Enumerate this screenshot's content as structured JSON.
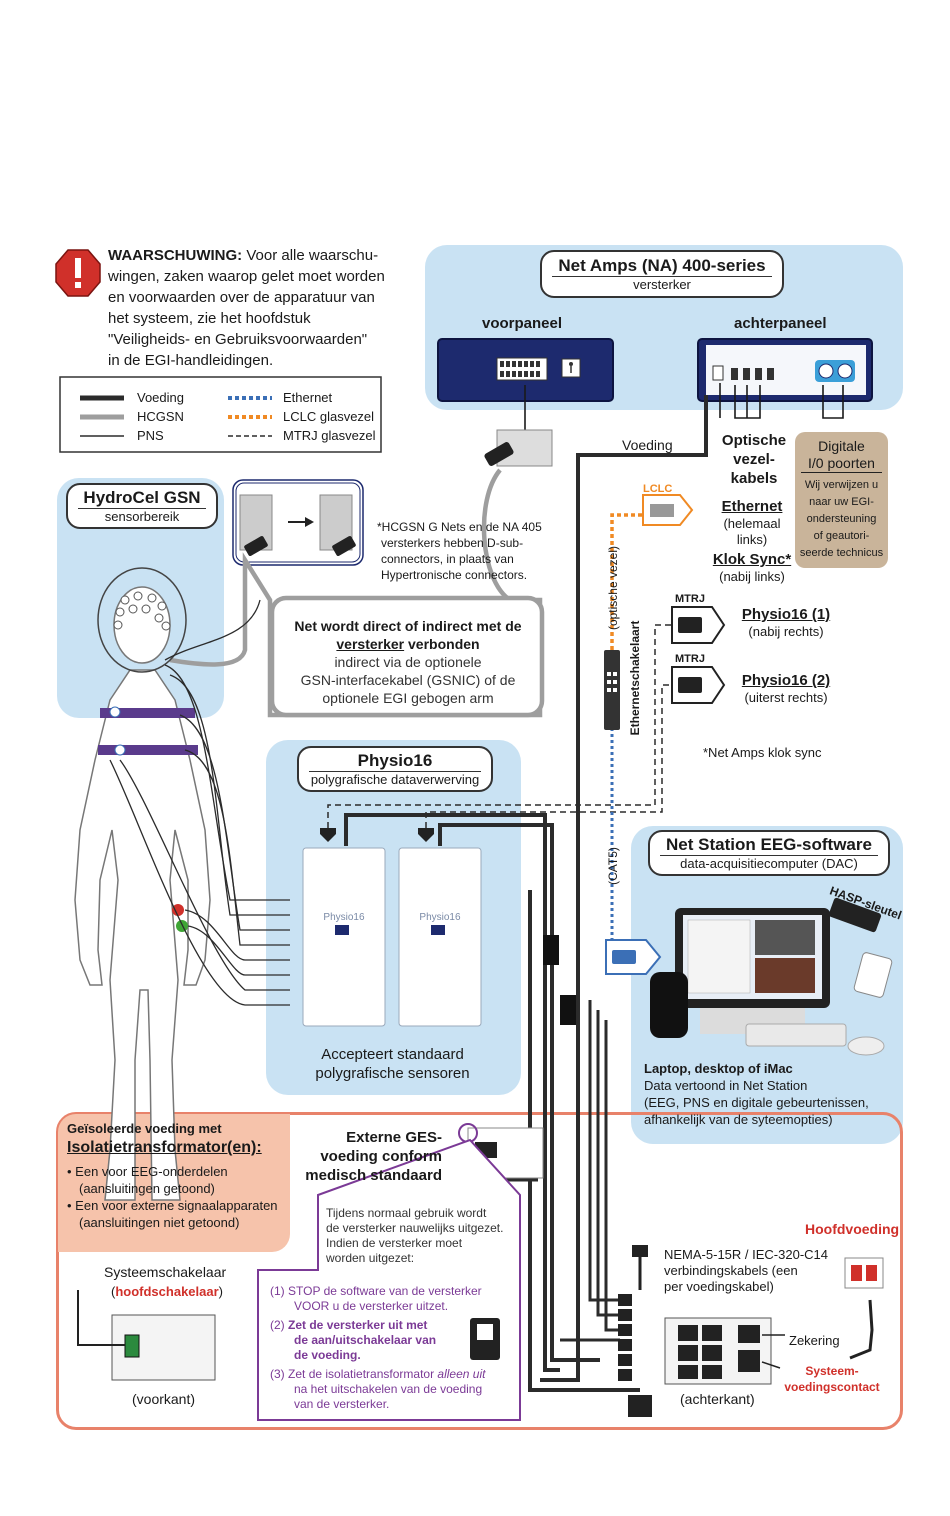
{
  "warning": {
    "bold": "WAARSCHUWING:",
    "line1": "Voor alle waarschu-",
    "line2": "wingen, zaken waarop gelet moet worden",
    "line3": "en voorwaarden over de apparatuur van",
    "line4": "het systeem, zie het hoofdstuk",
    "line5": "\"Veiligheids- en Gebruiksvoorwaarden\"",
    "line6": "in de EGI-handleidingen."
  },
  "legend": {
    "items": [
      {
        "label": "Voeding",
        "color": "#2b2b2b",
        "style": "solid-thick"
      },
      {
        "label": "HCGSN",
        "color": "#9e9e9e",
        "style": "solid-thick"
      },
      {
        "label": "PNS",
        "color": "#2b2b2b",
        "style": "solid-thin"
      },
      {
        "label": "Ethernet",
        "color": "#3b6fb6",
        "style": "dotted"
      },
      {
        "label": "LCLC glasvezel",
        "color": "#f08a24",
        "style": "dotted"
      },
      {
        "label": "MTRJ glasvezel",
        "color": "#2b2b2b",
        "style": "dashed"
      }
    ]
  },
  "net_amps": {
    "title": "Net Amps (NA) 400-series",
    "subtitle": "versterker",
    "front": "voorpaneel",
    "back": "achterpaneel",
    "power_label": "Voeding",
    "optical": [
      "Optische",
      "vezel-",
      "kabels"
    ],
    "ethernet": "Ethernet",
    "ethernet_note1": "(helemaal",
    "ethernet_note2": "links)",
    "clock": "Klok Sync*",
    "clock_note": "(nabij links)",
    "digital_title1": "Digitale",
    "digital_title2": "I/0 poorten",
    "digital_body": [
      "Wij verwijzen u",
      "naar uw EGI-",
      "ondersteuning",
      "of geautori-",
      "seerde technicus"
    ]
  },
  "hydrocel": {
    "title": "HydroCel GSN",
    "subtitle": "sensorbereik",
    "note": [
      "*HCGSN G Nets en de NA 405",
      "versterkers hebben D-sub-",
      "connectors, in plaats van",
      "Hypertronische connectors."
    ]
  },
  "net_connect": {
    "bold1": "Net wordt direct of indirect met de",
    "bold2": "versterker",
    "bold3": " verbonden",
    "l2": "indirect via de optionele",
    "l3": "GSN-interfacekabel (GSNIC) of de",
    "l4": "optionele EGI gebogen arm"
  },
  "fiber": {
    "lclc": "LCLC",
    "optical_label": "(optische vezel)",
    "switch_label": "Ethernetschakelaart",
    "cat5_label": "(CAT5)",
    "mtrj": "MTRJ",
    "physio1": "Physio16 (1)",
    "physio1_note": "(nabij rechts)",
    "physio2": "Physio16 (2)",
    "physio2_note": "(uiterst rechts)",
    "clock_footnote": "*Net Amps klok sync"
  },
  "physio": {
    "title": "Physio16",
    "subtitle": "polygrafische dataverwerving",
    "device_name": "Physio16",
    "caption1": "Accepteert standaard",
    "caption2": "polygrafische sensoren"
  },
  "netstation": {
    "title": "Net Station EEG-software",
    "subtitle": "data-acquisitiecomputer (DAC)",
    "hasp": "HASP-sleutel",
    "computer_bold": "Laptop, desktop of iMac",
    "l2": "Data vertoond in Net Station",
    "l3": "(EEG, PNS en digitale gebeurtenissen,",
    "l4": "afhankelijk van de syteemopties)"
  },
  "isolated": {
    "l1": "Geïsoleerde voeding met",
    "l2": "Isolatietransformator(en):",
    "b1a": "Een voor EEG-onderdelen",
    "b1b": "(aansluitingen getoond)",
    "b2a": "Een voor externe signaalapparaten",
    "b2b": "(aansluitingen niet getoond)"
  },
  "ges": {
    "l1": "Externe GES-",
    "l2": "voeding conform",
    "l3": "medisch standaard"
  },
  "procedure": {
    "p1": "Tijdens normaal gebruik wordt",
    "p2": "de versterker nauwelijks uitgezet.",
    "p3": "Indien de versterker moet",
    "p4": "worden uitgezet:",
    "s1n": "(1)",
    "s1a": "STOP de software van de versterker",
    "s1b": "VOOR u de versterker uitzet.",
    "s2n": "(2)",
    "s2a": "Zet de versterker uit met",
    "s2b": "de aan/uitschakelaar van",
    "s2c": "de voeding.",
    "s3n": "(3)",
    "s3a": "Zet de isolatietransformator",
    "s3a2": "alleen uit",
    "s3b": "na het uitschakelen van de voeding",
    "s3c": "van de versterker."
  },
  "transformer": {
    "switch_label": "Systeemschakelaar",
    "main_switch": "hoofdschakelaar",
    "front": "(voorkant)",
    "back": "(achterkant)",
    "main_power": "Hoofdvoeding",
    "nema1": "NEMA-5-15R / IEC-320-C14",
    "nema2": "verbindingskabels (een",
    "nema3": "per voedingskabel)",
    "fuse": "Zekering",
    "sys_power1": "Systeem-",
    "sys_power2": "voedingscontact"
  },
  "colors": {
    "panel_blue": "#c9e2f3",
    "orange_border": "#e8826a",
    "orange_fill": "#f6c3ab",
    "purple": "#7b3a96",
    "red": "#d0302a",
    "tan": "#c9b49a",
    "navy": "#1d2a6e"
  }
}
